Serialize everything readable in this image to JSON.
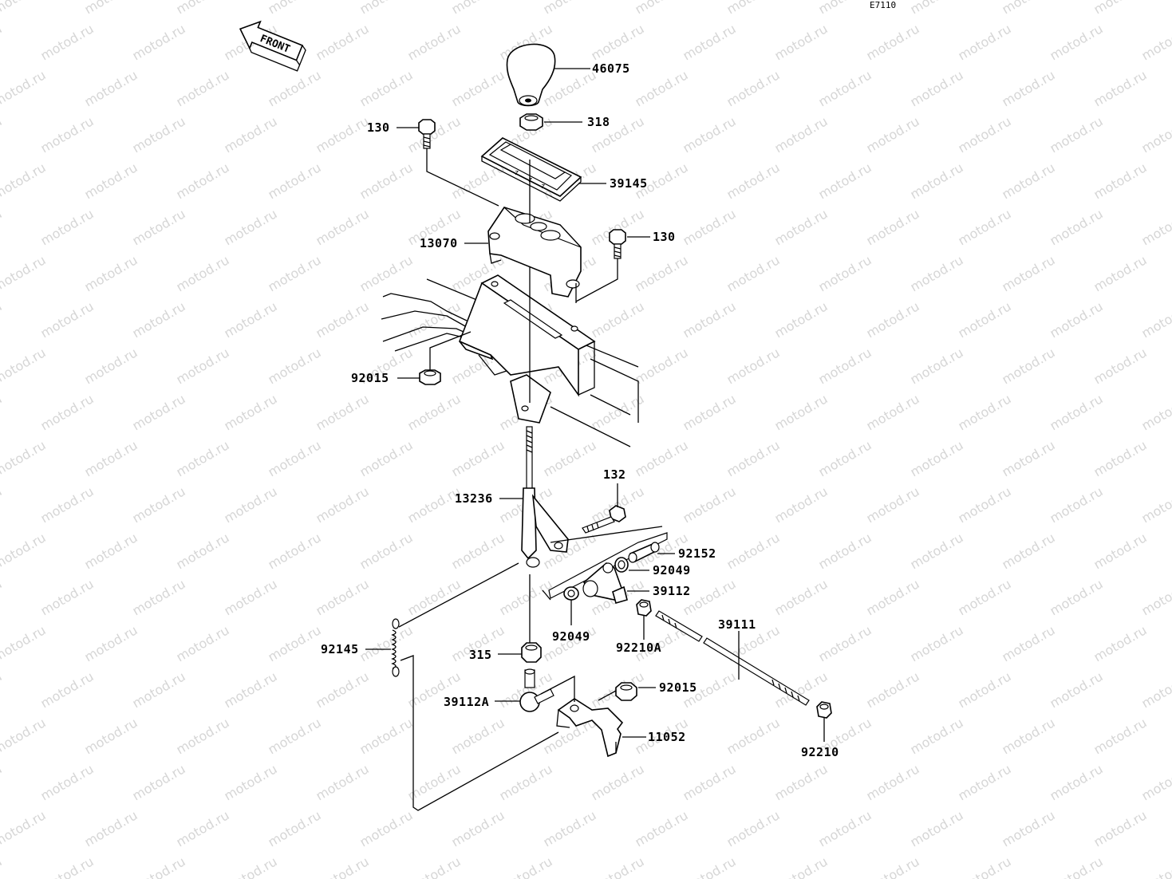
{
  "diagram_code": "E7110",
  "front_arrow_label": "FRONT",
  "watermark_text": "motod.ru",
  "parts": {
    "p46075": "46075",
    "p318": "318",
    "p130_top": "130",
    "p39145": "39145",
    "p13070": "13070",
    "p130_right": "130",
    "p92015_top": "92015",
    "p132": "132",
    "p13236": "13236",
    "p92152": "92152",
    "p92049_upper": "92049",
    "p39112": "39112",
    "p92049_lower": "92049",
    "p92210A": "92210A",
    "p39111": "39111",
    "p92145": "92145",
    "p315": "315",
    "p39112A": "39112A",
    "p92015_bottom": "92015",
    "p11052": "11052",
    "p92210": "92210"
  }
}
